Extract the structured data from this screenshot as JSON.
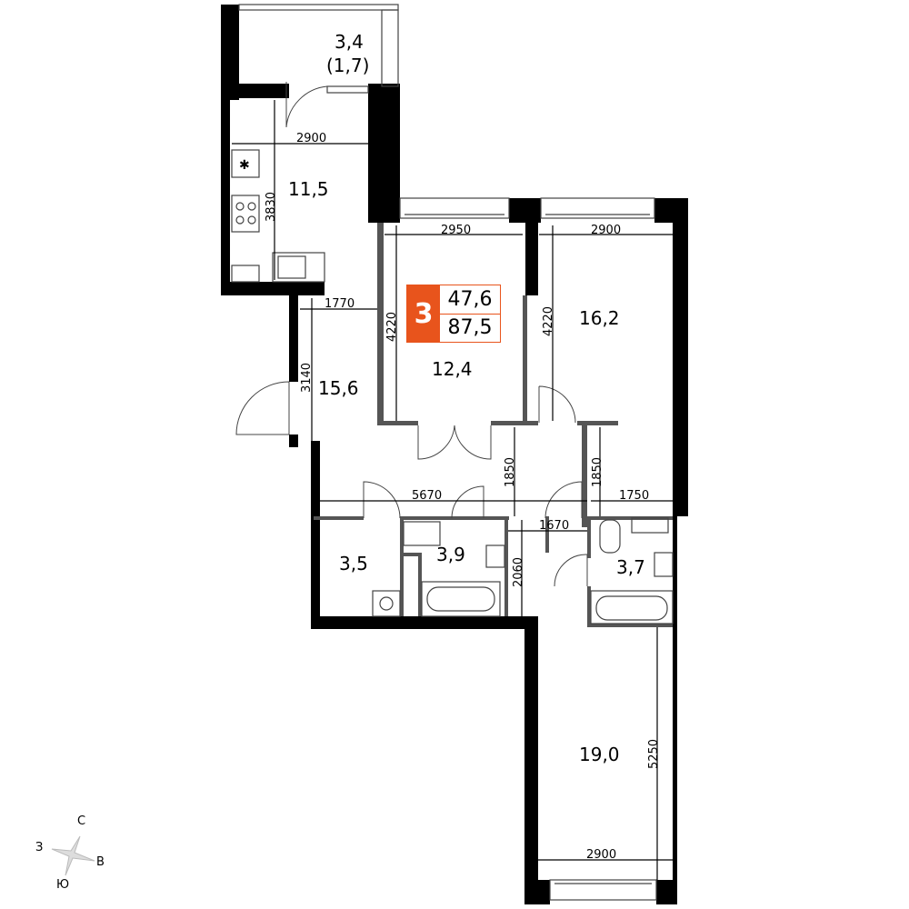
{
  "badge": {
    "rooms": "3",
    "living_area": "47,6",
    "total_area": "87,5",
    "accent": "#e8541c"
  },
  "rooms": {
    "balcony": "3,4",
    "balcony_reduced": "(1,7)",
    "kitchen": "11,5",
    "hall": "15,6",
    "bedroom_center": "12,4",
    "bedroom_right": "16,2",
    "storage": "3,5",
    "bathroom_left": "3,9",
    "bathroom_right": "3,7",
    "bedroom_bottom": "19,0"
  },
  "dimensions": {
    "kitchen_width": "2900",
    "kitchen_depth": "3830",
    "hall_width": "1770",
    "hall_depth": "3140",
    "bed_center_width": "2950",
    "bed_center_depth": "4220",
    "bed_right_width": "2900",
    "bed_right_depth": "4220",
    "corridor_length": "5670",
    "corridor_depth": "1850",
    "corridor_depth_right": "1850",
    "corridor_right": "1750",
    "bath_width": "1670",
    "bath_depth": "2060",
    "bed_bottom_depth": "5250",
    "bed_bottom_width": "2900"
  },
  "compass": {
    "north": "С",
    "east": "В",
    "south": "Ю",
    "west": "З"
  }
}
